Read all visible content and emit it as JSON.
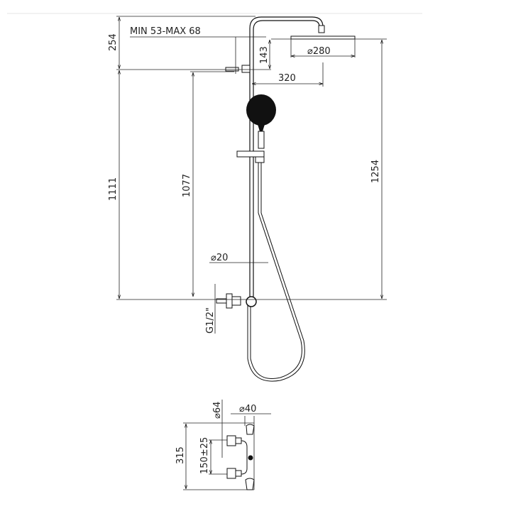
{
  "drawing": {
    "labels": {
      "min_max": "MIN 53-MAX 68",
      "overall_top": "254",
      "height_1111": "1111",
      "height_1077": "1077",
      "height_1254": "1254",
      "drop_143": "143",
      "head_diameter": "⌀280",
      "arm_length": "320",
      "rail_diameter": "⌀20",
      "thread": "G1/2\"",
      "mixer_height": "315",
      "diameter_64": "⌀64",
      "diameter_40": "⌀40",
      "center_distance": "150±25"
    }
  }
}
